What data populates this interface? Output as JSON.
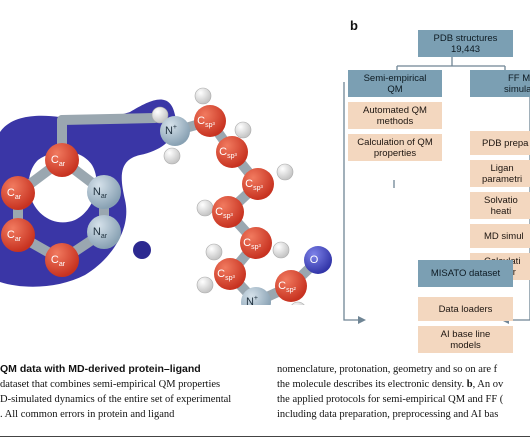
{
  "panel_b_label": "b",
  "flow": {
    "top": "PDB structures\n19,443",
    "left_header": "Semi-empirical\nQM",
    "left_items": [
      "Automated QM\nmethods",
      "Calculation of QM\nproperties"
    ],
    "right_header": "FF M\nsimulat",
    "right_items": [
      "PDB prepa",
      "Ligan\nparametri",
      "Solvatio\nheati",
      "MD simul",
      "Calculati\nproper"
    ],
    "dataset": "MISATO dataset",
    "bottom_items": [
      "Data loaders",
      "AI base line\nmodels"
    ]
  },
  "molecule": {
    "ring_labels": [
      "C",
      "C",
      "C",
      "C",
      "N",
      "N"
    ],
    "ring_subs": [
      "ar",
      "ar",
      "ar",
      "ar",
      "ar",
      "ar"
    ],
    "chain_labels": [
      "N",
      "C",
      "C",
      "C",
      "C",
      "C",
      "C",
      "N",
      "C",
      "O"
    ],
    "chain_subs": [
      "+",
      "sp³",
      "sp³",
      "sp³",
      "sp³",
      "sp³",
      "sp³",
      "+",
      "sp²",
      ""
    ]
  },
  "caption_left": {
    "line1": "QM data with MD-derived protein–ligand",
    "line2": " dataset that combines semi-empirical QM properties",
    "line3": "D-simulated dynamics of the entire set of experimental",
    "line4": ". All common errors in protein and ligand"
  },
  "caption_right": {
    "line1": "nomenclature, protonation, geometry and so on are f",
    "line2a": "the molecule describes its electronic density. ",
    "line2b": "b",
    "line2c": ", An ov",
    "line3": "the applied protocols for semi-empirical QM and FF (",
    "line4": "including data preparation, preprocessing and AI bas"
  },
  "colors": {
    "box_blue": "#7b9fb3",
    "box_peach": "#f3d7bf",
    "density": "#3a36a6",
    "carbon": "#d8432a",
    "nitrogen": "#9fb6c6",
    "oxygen": "#4a4fc7"
  }
}
